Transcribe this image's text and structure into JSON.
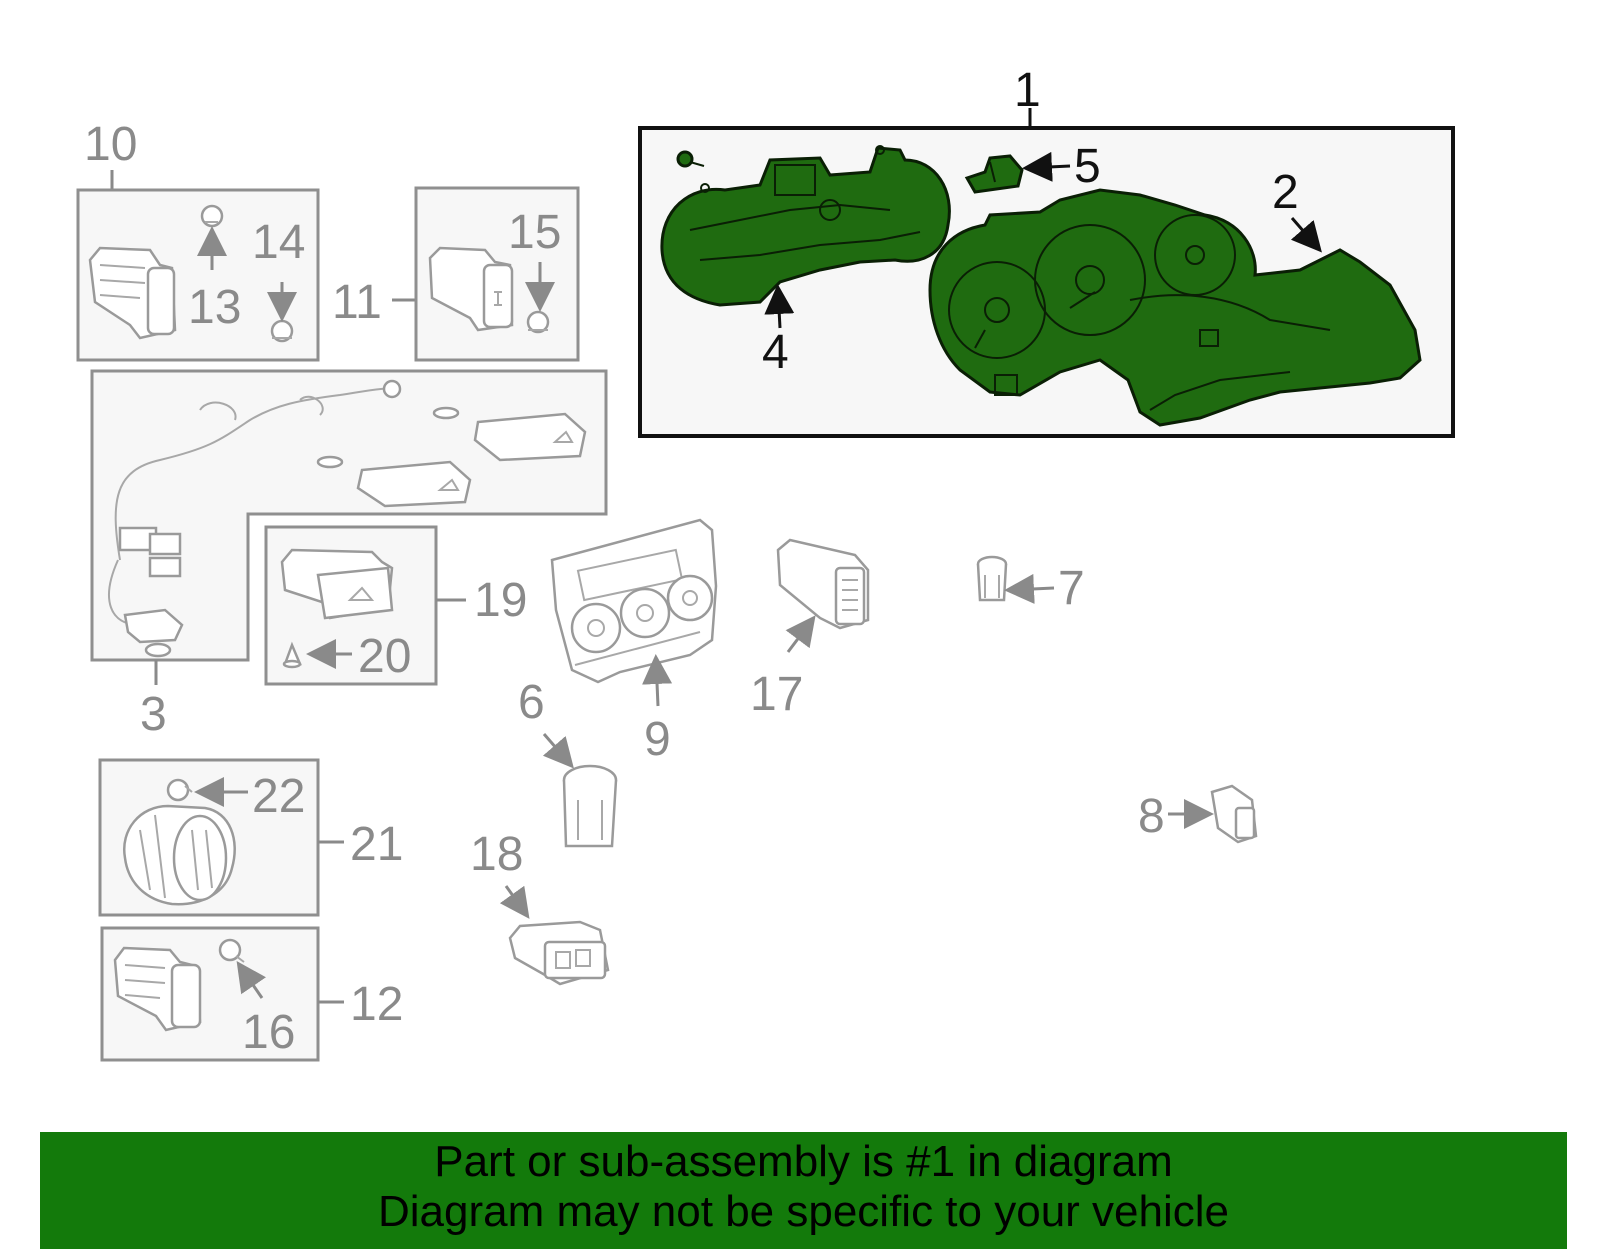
{
  "callouts": {
    "c1": "1",
    "c2": "2",
    "c3": "3",
    "c4": "4",
    "c5": "5",
    "c6": "6",
    "c7": "7",
    "c8": "8",
    "c9": "9",
    "c10": "10",
    "c11": "11",
    "c12": "12",
    "c13": "13",
    "c14": "14",
    "c15": "15",
    "c16": "16",
    "c17": "17",
    "c18": "18",
    "c19": "19",
    "c20": "20",
    "c21": "21",
    "c22": "22"
  },
  "banner": {
    "line1": "Part or sub-assembly is #1 in diagram",
    "line2": "Diagram may not be specific to your vehicle"
  },
  "colors": {
    "highlight": "#1f6b10",
    "banner": "#137a0b",
    "label_gray": "#8a8a8a"
  }
}
